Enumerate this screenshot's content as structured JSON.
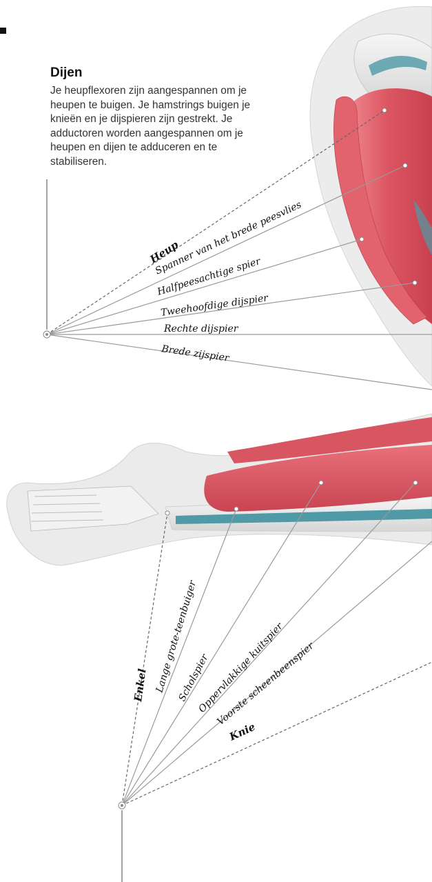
{
  "section": {
    "title": "Dijen",
    "body": "Je heupflexoren zijn aangespannen om je heupen te buigen. Je hamstrings buigen je knieën en je dijspieren zijn gestrekt. Je adductoren worden aangespannen om je heupen en dijen te adduceren en te stabiliseren."
  },
  "thigh_labels": {
    "heup": "Heup",
    "spanner": "Spanner van het brede peesvlies",
    "halfpees": "Halfpeesachtige spier",
    "tweehoofdige": "Tweehoofdige dijspier",
    "rechte": "Rechte dijspier",
    "brede": "Brede zijspier"
  },
  "leg_labels": {
    "enkel": "Enkel",
    "lange": "Lange grote-teenbuiger",
    "schol": "Scholspier",
    "opper": "Oppervlakkige kuitspier",
    "voorste": "Voorste scheenbeenspier",
    "knie": "Knie"
  },
  "colors": {
    "muscle": "#d94b58",
    "muscle_light": "#ee8a91",
    "tendon": "#4f9aa6",
    "bone": "#ececec",
    "line": "#9a9a9a",
    "dashed": "#666666"
  }
}
